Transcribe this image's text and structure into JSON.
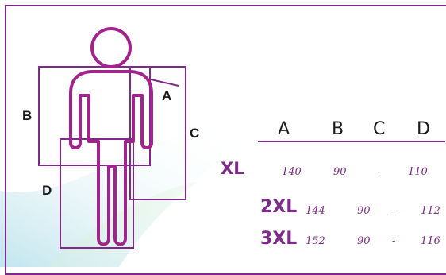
{
  "colors": {
    "accent": "#7f2a8a",
    "frame": "#7f2a8a",
    "text": "#1a1a1a"
  },
  "figure": {
    "labels": {
      "a": "A",
      "b": "B",
      "c": "C",
      "d": "D"
    }
  },
  "table": {
    "headers": [
      "A",
      "B",
      "C",
      "D"
    ],
    "rows": [
      {
        "size": "XL",
        "values": [
          "140",
          "90",
          "-",
          "110"
        ]
      },
      {
        "size": "2XL",
        "values": [
          "144",
          "90",
          "-",
          "112"
        ]
      },
      {
        "size": "3XL",
        "values": [
          "152",
          "90",
          "-",
          "116"
        ]
      }
    ]
  }
}
